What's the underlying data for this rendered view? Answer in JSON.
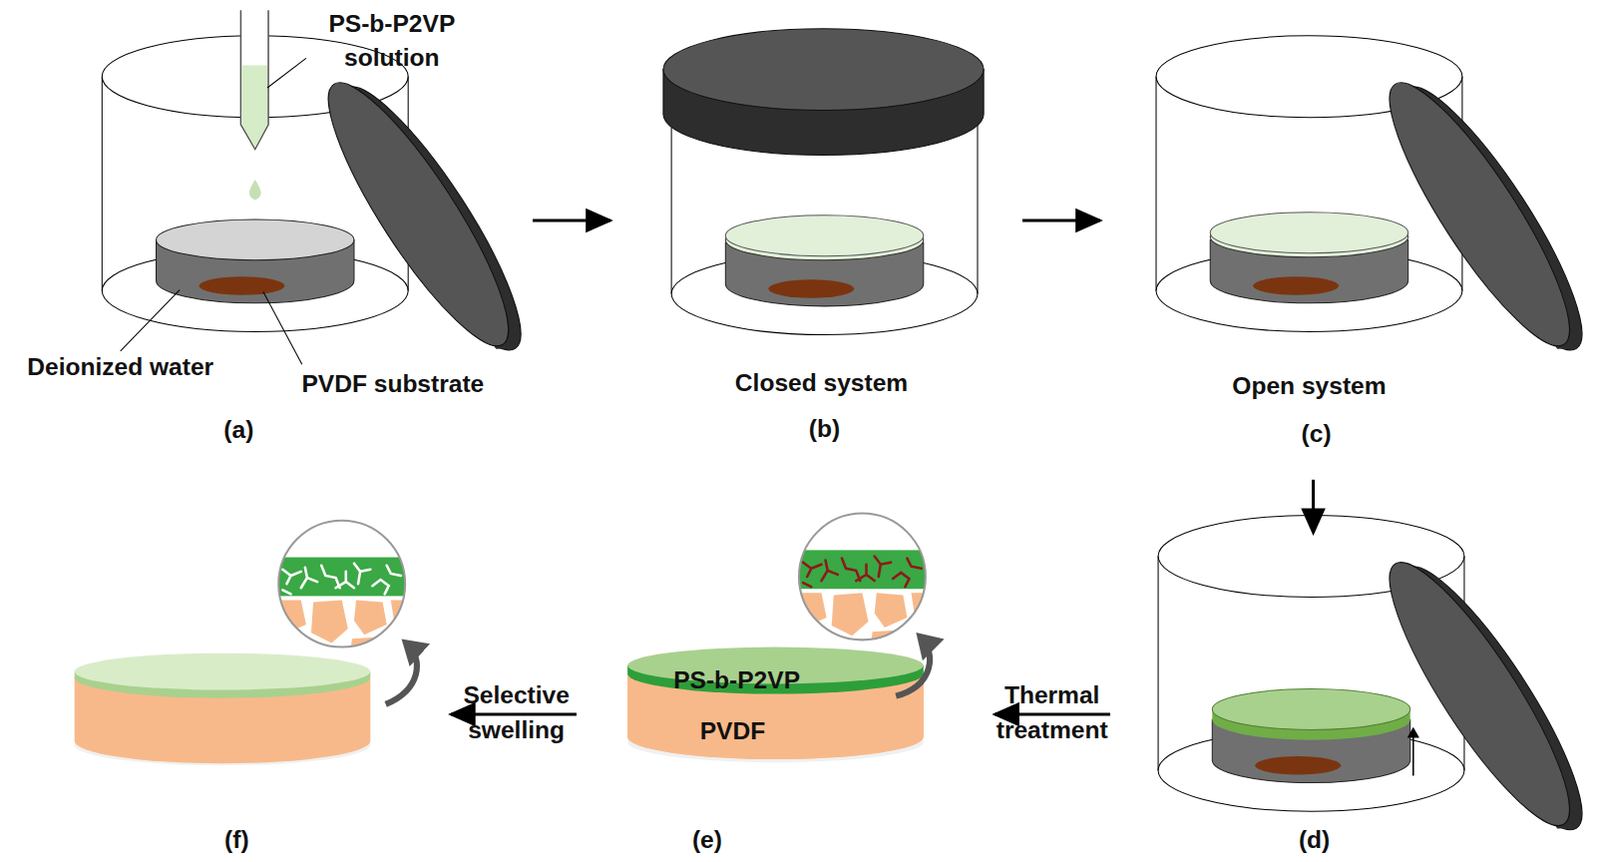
{
  "diagram": {
    "nodes": [
      {
        "text": [
          "PS-b-P2VP"
        ]
      },
      {
        "text": [
          "PVDF"
        ]
      }
    ],
    "labels": [
      "PS-b-P2VP solution",
      "Deionized water",
      "PVDF substrate",
      "(a)",
      "Closed system",
      "(b)",
      "Open system",
      "(c)",
      "(d)",
      "Thermal treatment",
      "(e)",
      "Selective swelling",
      "(f)"
    ]
  }
}
